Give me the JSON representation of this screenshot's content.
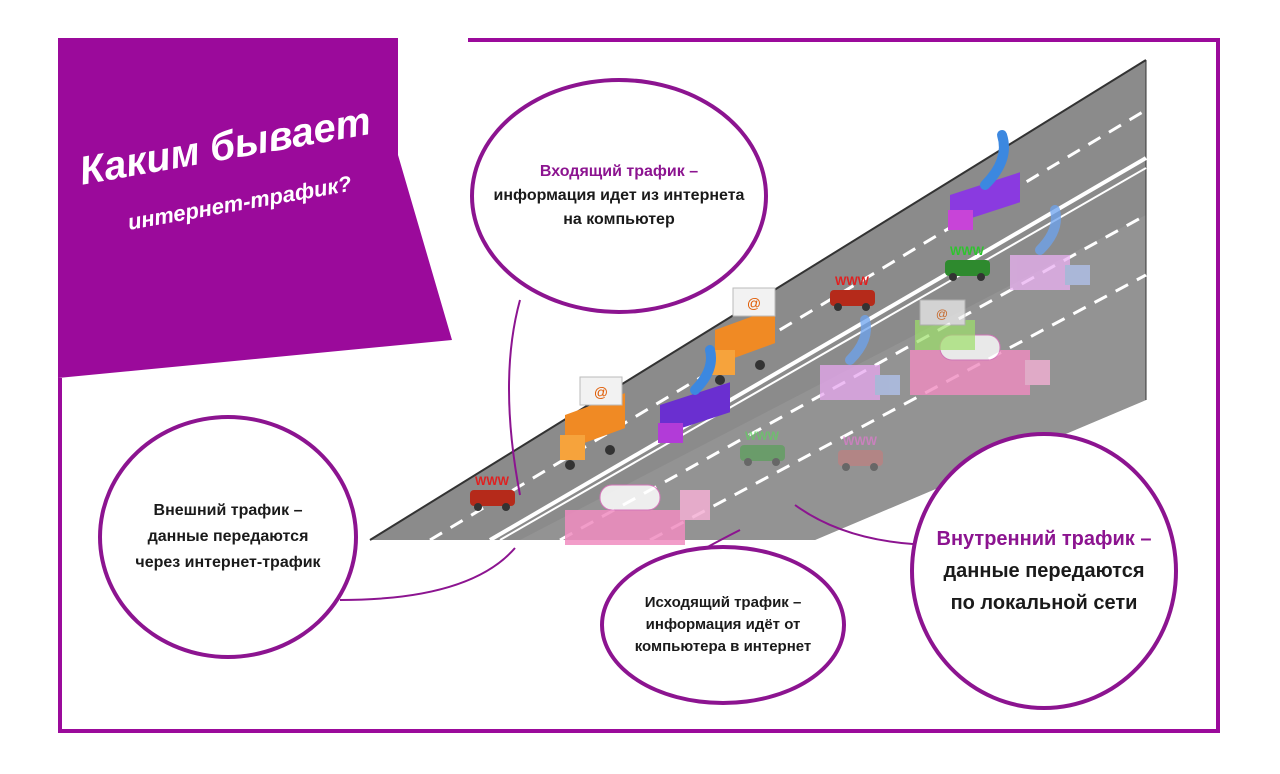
{
  "title": {
    "line1": "Каким бывает",
    "line2": "интернет-трафик?"
  },
  "bubbles": {
    "incoming": {
      "heading": "Входящий трафик –",
      "line2": "информация идет из интернета",
      "line3": "на компьютер"
    },
    "external": {
      "heading": "Внешний трафик –",
      "line2": "данные передаются",
      "line3": "через интернет-трафик"
    },
    "outgoing": {
      "heading": "Исходящий трафик –",
      "line2": "информация идёт от",
      "line3": "компьютера в интернет"
    },
    "internal": {
      "heading": "Внутренний трафик –",
      "line2": "данные передаются",
      "line3": "по локальной сети"
    }
  },
  "icons": {
    "www": "WWW",
    "email": "@"
  },
  "colors": {
    "accent": "#9b0a9b",
    "road": "#858585",
    "lane": "#ffffff"
  }
}
